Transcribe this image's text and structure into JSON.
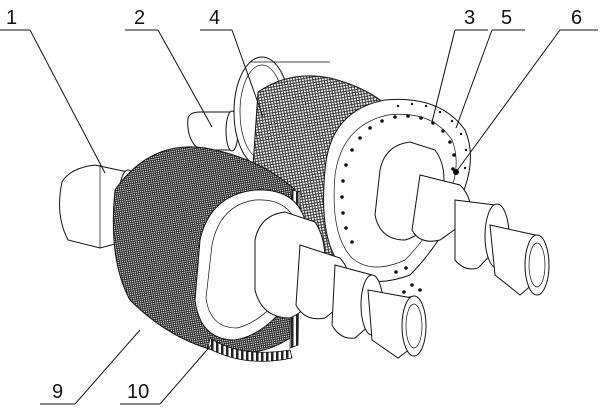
{
  "callouts": [
    {
      "id": "c1",
      "label": "1"
    },
    {
      "id": "c2",
      "label": "2"
    },
    {
      "id": "c4",
      "label": "4"
    },
    {
      "id": "c3",
      "label": "3"
    },
    {
      "id": "c5",
      "label": "5"
    },
    {
      "id": "c6",
      "label": "6"
    },
    {
      "id": "c9",
      "label": "9"
    },
    {
      "id": "c10",
      "label": "10"
    }
  ],
  "colors": {
    "ink": "#111111",
    "paper": "#ffffff",
    "knurl": "#3a3a3a"
  }
}
